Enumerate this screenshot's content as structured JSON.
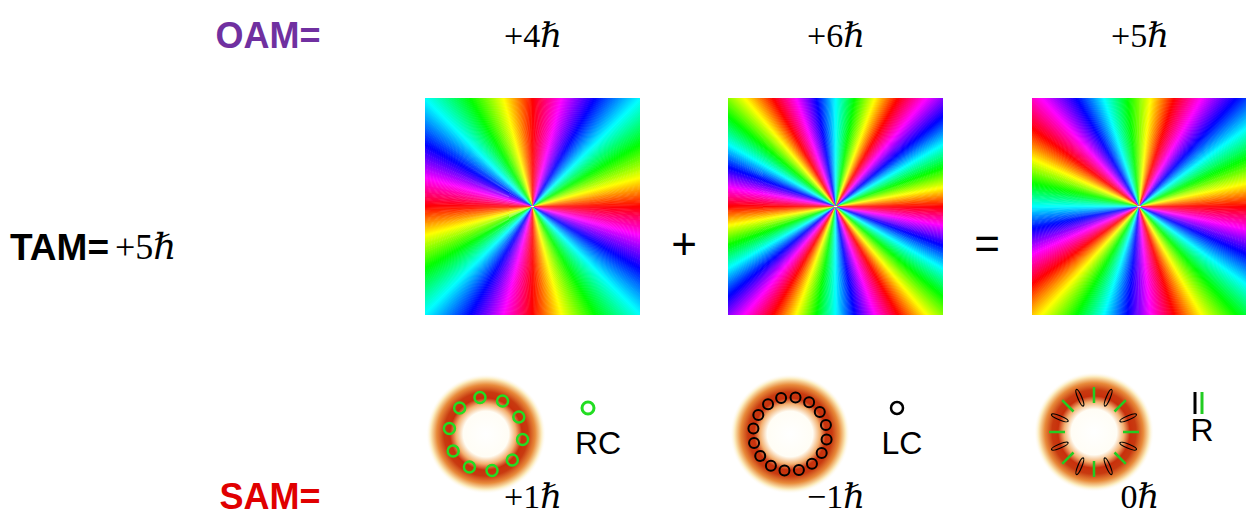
{
  "diagram": {
    "labels": [
      "OAM=",
      "+4ℏ",
      "+6ℏ",
      "+5ℏ",
      "TAM=",
      "+5ℏ",
      "+",
      "=",
      "RC",
      "LC",
      "R",
      "SAM=",
      "+1ℏ",
      "−1ℏ",
      "0ℏ"
    ]
  }
}
